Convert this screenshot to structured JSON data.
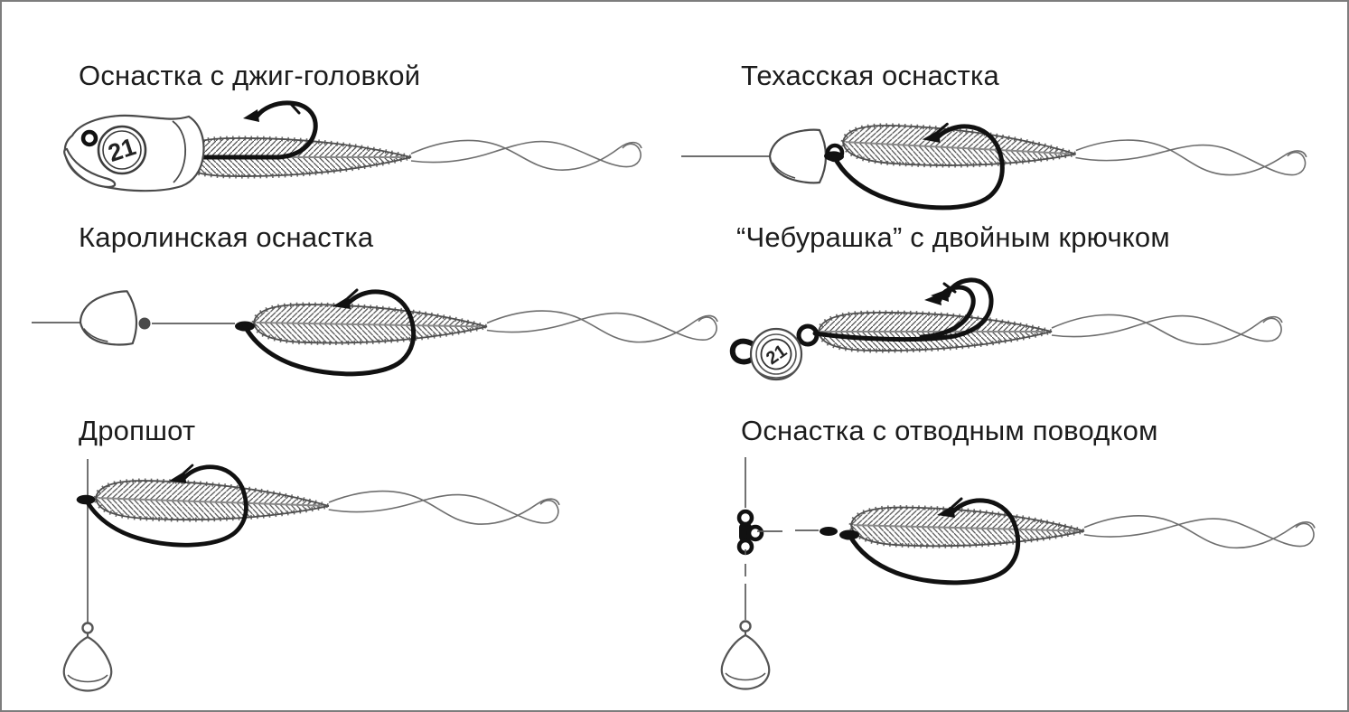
{
  "diagram": {
    "background": "#ffffff",
    "border_color": "#7d7d7d",
    "line_color": "#4f4f4f",
    "hook_color": "#111111"
  },
  "rigs": [
    {
      "label": "Оснастка с джиг-головкой",
      "weight_mark": "21",
      "components": [
        "jig-head-weight",
        "ring-eye",
        "single-hook",
        "soft-plastic-bait"
      ]
    },
    {
      "label": "Техасская оснастка",
      "components": [
        "fishing-line",
        "bullet-sinker",
        "hook-eye",
        "offset-hook",
        "soft-plastic-bait"
      ]
    },
    {
      "label": "Каролинская оснастка",
      "components": [
        "fishing-line",
        "bullet-sinker",
        "bead",
        "leader-line",
        "offset-hook",
        "soft-plastic-bait"
      ]
    },
    {
      "label": "“Чебурашка” с двойным крючком",
      "weight_mark": "21",
      "components": [
        "cheburashka-weight",
        "wire-loop",
        "split-ring",
        "double-hook",
        "soft-plastic-bait"
      ]
    },
    {
      "label": "Дропшот",
      "components": [
        "fishing-line",
        "offset-hook",
        "soft-plastic-bait",
        "dropshot-weight"
      ]
    },
    {
      "label": "Оснастка с отводным поводком",
      "components": [
        "fishing-line",
        "three-way-swivel",
        "leader-line",
        "offset-hook",
        "soft-plastic-bait",
        "dropshot-weight"
      ]
    }
  ]
}
